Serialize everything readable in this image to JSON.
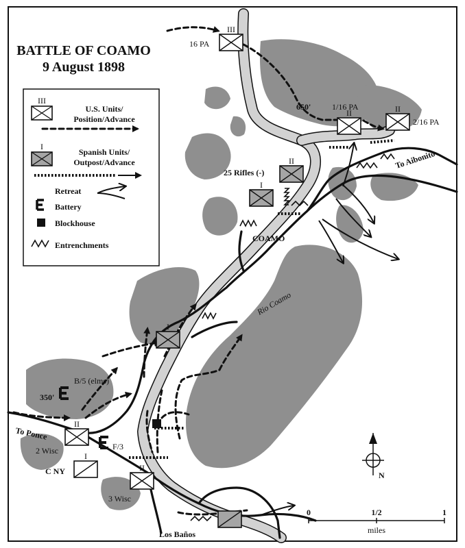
{
  "map": {
    "title_line1": "BATTLE OF COAMO",
    "title_line2": "9 August 1898"
  },
  "legend": {
    "us_echelon": "III",
    "us_label_1": "U.S. Units/",
    "us_label_2": "Position/Advance",
    "sp_echelon": "I",
    "sp_label_1": "Spanish Units/",
    "sp_label_2": "Outpost/Advance",
    "retreat": "Retreat",
    "battery": "Battery",
    "blockhouse": "Blockhouse",
    "entrenchments": "Entrenchments"
  },
  "places": {
    "coamo": "COAMO",
    "rio_coamo": "Rio Coamo",
    "to_aibonito": "To Aibonito",
    "to_ponce": "To Ponce",
    "los_banos": "Los Baños"
  },
  "elevations": {
    "e650": "650'",
    "e350": "350'"
  },
  "units": {
    "pa16": "16 PA",
    "pa16_1": "1/16 PA",
    "pa16_2": "2/16 PA",
    "rifles25": "25 Rifles (-)",
    "b5": "B/5 (elms)",
    "f3": "F/3",
    "wisc2": "2 Wisc",
    "wisc3": "3 Wisc",
    "cny": "C NY",
    "echelon_regiment": "III",
    "echelon_battalion": "II",
    "echelon_company": "I"
  },
  "compass": {
    "north": "N"
  },
  "scale": {
    "tick0": "0",
    "tick_half": "1/2",
    "tick1": "1",
    "unit": "miles"
  },
  "colors": {
    "hill": "#8f8f8f",
    "river_fill": "#d2d2d2",
    "spanish_unit": "#a5a5a5",
    "ink": "#111111"
  }
}
